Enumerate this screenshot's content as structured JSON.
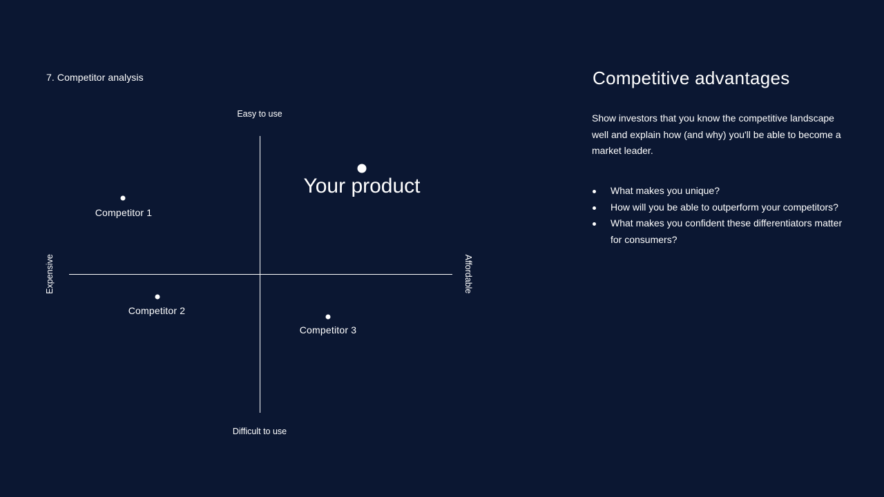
{
  "section_label": "7. Competitor analysis",
  "colors": {
    "background": "#0b1732",
    "foreground": "#ffffff"
  },
  "matrix": {
    "axis_top": "Easy to use",
    "axis_bottom": "Difficult to use",
    "axis_left": "Expensive",
    "axis_right": "Affordable",
    "points": [
      {
        "label": "Competitor 1"
      },
      {
        "label": "Competitor 2"
      },
      {
        "label": "Competitor 3"
      },
      {
        "label": "Your product"
      }
    ]
  },
  "advantages": {
    "title": "Competitive advantages",
    "description": "Show investors that you know the competitive landscape well and explain how (and why) you'll be able to become a market leader.",
    "bullets": [
      "What makes you unique?",
      "How will you be able to outperform your competitors?",
      "What makes you confident these differentiators matter for consumers?"
    ]
  }
}
